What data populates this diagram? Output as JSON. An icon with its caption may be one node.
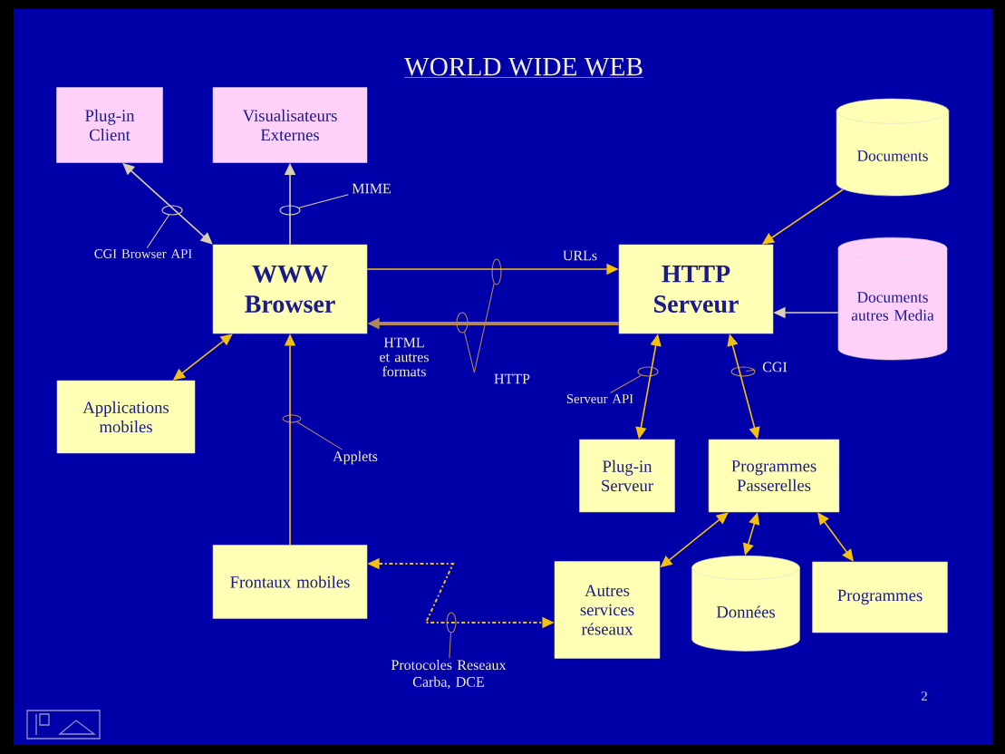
{
  "diagram": {
    "title": "WORLD WIDE WEB",
    "nodes": [
      {
        "text": [
          "Plug-in Client"
        ]
      },
      {
        "text": [
          "Visualisateurs Externes"
        ]
      },
      {
        "text": [
          "Documents"
        ]
      },
      {
        "text": [
          "WWW Browser"
        ]
      },
      {
        "text": [
          "HTTP Serveur"
        ]
      },
      {
        "text": [
          "Documents autres Media"
        ]
      },
      {
        "text": [
          "Applications mobiles"
        ]
      },
      {
        "text": [
          "Plug-in Serveur"
        ]
      },
      {
        "text": [
          "Programmes Passerelles"
        ]
      },
      {
        "text": [
          "Frontaux mobiles"
        ]
      },
      {
        "text": [
          "Autres services réseaux"
        ]
      },
      {
        "text": [
          "Données"
        ]
      },
      {
        "text": [
          "Programmes"
        ]
      },
      {
        "text": [
          "CGI Browser API"
        ]
      },
      {
        "text": [
          "MIME"
        ]
      },
      {
        "text": [
          "HTTP"
        ]
      },
      {
        "text": [
          "Serveur API"
        ]
      },
      {
        "text": [
          "CGI"
        ]
      },
      {
        "text": [
          "Applets"
        ]
      },
      {
        "text": [
          "Protocoles Reseaux Carba, DCE"
        ]
      },
      {
        "text": [],
        "shape": "ellipse"
      },
      {
        "text": [],
        "shape": "ellipse"
      },
      {
        "text": [],
        "shape": "ellipse"
      },
      {
        "text": [],
        "shape": "ellipse"
      },
      {
        "text": [],
        "shape": "ellipse"
      },
      {
        "text": [],
        "shape": "ellipse"
      },
      {
        "text": [],
        "shape": "ellipse"
      },
      {
        "text": [],
        "shape": "ellipse"
      }
    ],
    "edges": [
      {
        "from": 3,
        "to": 0,
        "arrow": "both",
        "color": "#d8d0b0"
      },
      {
        "from": 3,
        "to": 1,
        "arrow": "to",
        "color": "#d8d0b0"
      },
      {
        "from": 3,
        "to": 4,
        "arrow": "to",
        "label": "URLs"
      },
      {
        "from": 4,
        "to": 3,
        "arrow": "to",
        "label": "HTML et autres formats",
        "style": "thick",
        "color": "#b08858"
      },
      {
        "from": 6,
        "to": 3,
        "arrow": "both"
      },
      {
        "from": 9,
        "to": 3,
        "arrow": "to"
      },
      {
        "from": 2,
        "to": 4,
        "arrow": "to"
      },
      {
        "from": 5,
        "to": 4,
        "arrow": "to",
        "color": "#d8d0b0"
      },
      {
        "from": 4,
        "to": 7,
        "arrow": "both"
      },
      {
        "from": 4,
        "to": 8,
        "arrow": "both"
      },
      {
        "from": 8,
        "to": 10,
        "arrow": "both"
      },
      {
        "from": 8,
        "to": 11,
        "arrow": "both"
      },
      {
        "from": 8,
        "to": 12,
        "arrow": "both"
      },
      {
        "from": 9,
        "to": 10,
        "arrow": "both",
        "style": "dashed"
      },
      {
        "from": 13,
        "to": 20,
        "arrow": "none",
        "color": "#d8d0b0"
      },
      {
        "from": 14,
        "to": 21,
        "arrow": "none",
        "color": "#d8d0b0"
      },
      {
        "from": 15,
        "to": 25,
        "arrow": "none",
        "color": "#b08858"
      },
      {
        "from": 15,
        "to": 24,
        "arrow": "none",
        "color": "#b08858"
      },
      {
        "from": 16,
        "to": 26,
        "arrow": "none",
        "color": "#b08858"
      },
      {
        "from": 17,
        "to": 27,
        "arrow": "none",
        "color": "#b08858"
      },
      {
        "from": 18,
        "to": 22,
        "arrow": "none",
        "color": "#b08858"
      },
      {
        "from": 19,
        "to": 23,
        "arrow": "none",
        "color": "#b08858"
      }
    ],
    "labels": [
      "2"
    ]
  }
}
